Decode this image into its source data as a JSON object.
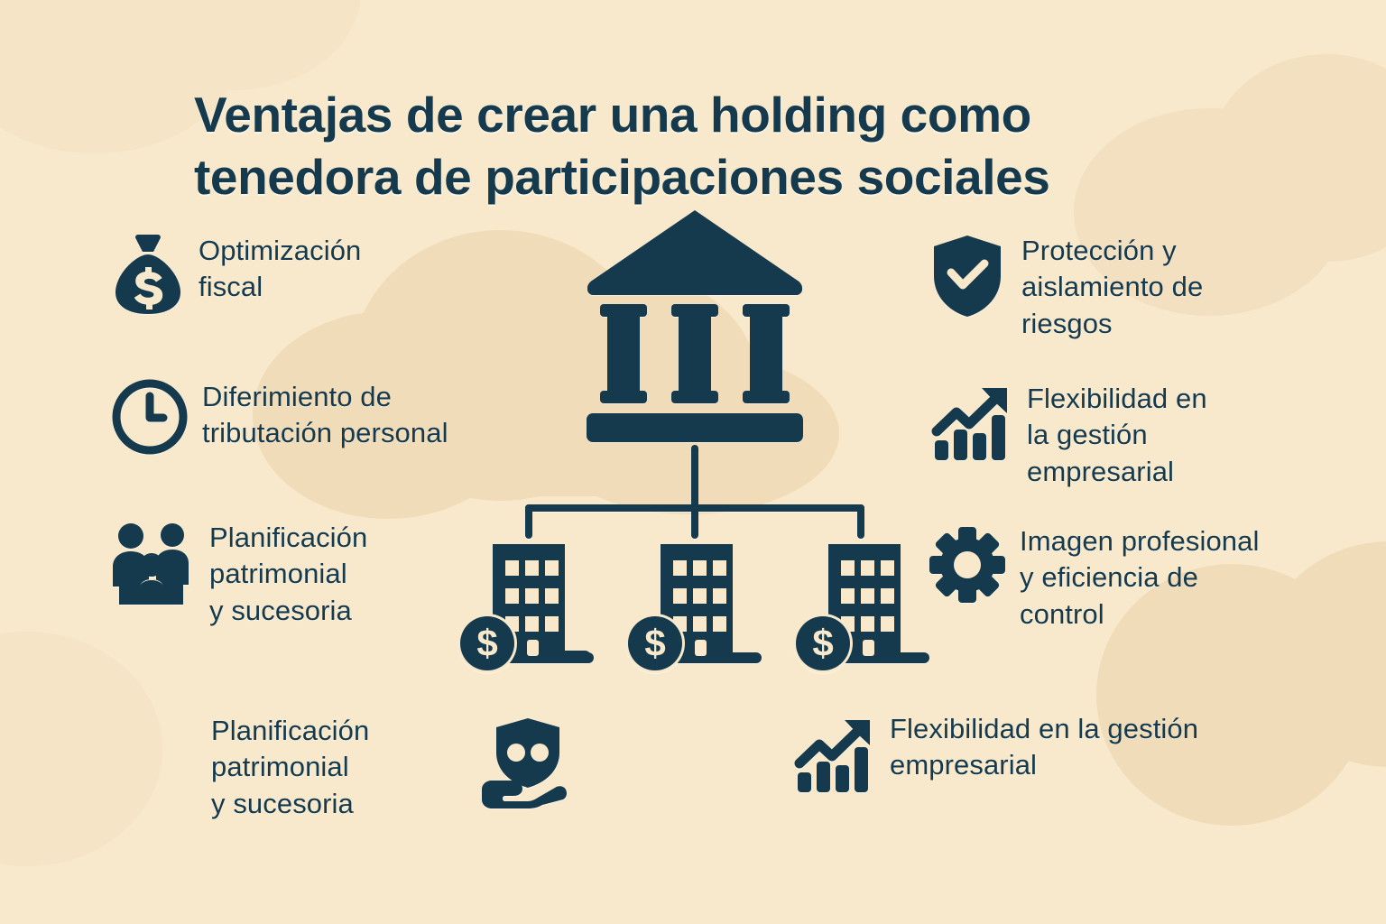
{
  "page": {
    "title_line1": "Ventajas de crear una holding como",
    "title_line2": "tenedora de participaciones sociales",
    "background_color": "#f8e9cc",
    "accent_color": "#153a4d",
    "cloud_color": "#f1dcb9"
  },
  "features": {
    "left": [
      {
        "icon": "money-bag-icon",
        "label": "Optimización\nfiscal"
      },
      {
        "icon": "clock-icon",
        "label": "Diferimiento de\ntributación personal"
      },
      {
        "icon": "family-icon",
        "label": "Planificación\npatrimonial\ny sucesoria"
      }
    ],
    "right": [
      {
        "icon": "shield-check-icon",
        "label": "Protección y\naislamiento de\nriesgos"
      },
      {
        "icon": "growth-chart-icon",
        "label": "Flexibilidad en\nla gestión\nempresarial"
      },
      {
        "icon": "gear-icon",
        "label": "Imagen profesional\ny eficiencia de\ncontrol"
      }
    ],
    "bottom": [
      {
        "icon": "hand-shield-icon",
        "label": "Planificación\npatrimonial\ny sucesoria"
      },
      {
        "icon": "growth-chart-icon",
        "label": "Flexibilidad en la gestión\nempresarial"
      }
    ]
  },
  "diagram": {
    "parent": {
      "icon": "bank-building-icon",
      "name": "holding-company"
    },
    "children": [
      {
        "icon": "office-building-with-coin-icon",
        "name": "subsidiary-1"
      },
      {
        "icon": "office-building-with-coin-icon",
        "name": "subsidiary-2"
      },
      {
        "icon": "office-building-with-coin-icon",
        "name": "subsidiary-3"
      }
    ],
    "coin_symbol": "$"
  }
}
